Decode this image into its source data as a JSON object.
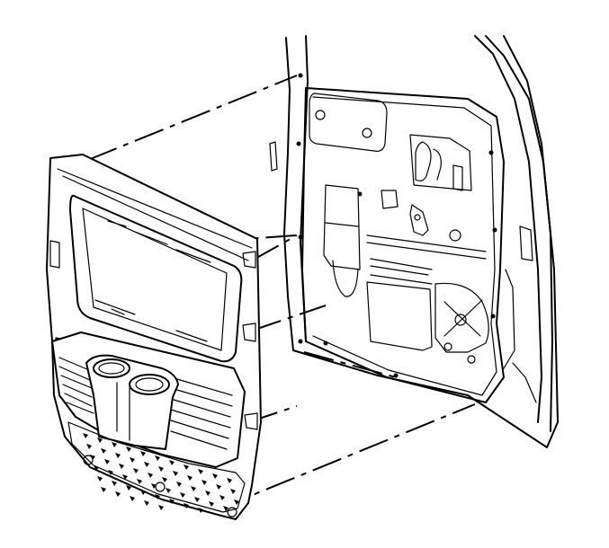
{
  "diagram": {
    "type": "exploded-assembly-illustration",
    "parts": [
      "door-trim-panel",
      "rear-door-inner-frame"
    ],
    "fastener_locations": 6,
    "colors": {
      "line": "#000000",
      "background": "#ffffff"
    }
  }
}
